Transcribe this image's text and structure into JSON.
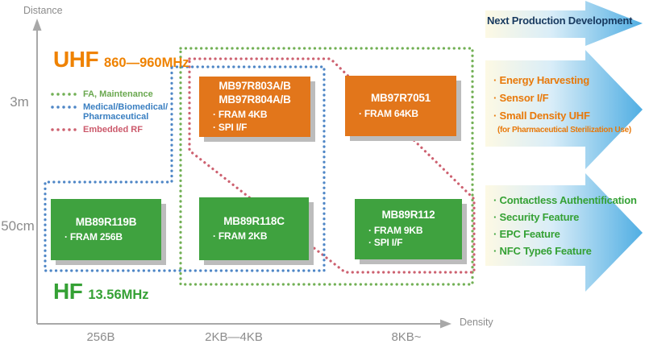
{
  "palette": {
    "orange_box": "#e2761b",
    "green_box": "#3fa23f",
    "box_shadow": "#bcbcbc",
    "axis_gray": "#a8a8a8",
    "label_gray": "#8c8c8c",
    "uhf_orange": "#ef8200",
    "hf_green": "#35a135",
    "navy_text": "#17395f",
    "dots_green": "#72b055",
    "dots_blue": "#4e86c6",
    "dots_red": "#cd6170",
    "arrow_gradient_left": "#fdf9e4",
    "arrow_gradient_right": "#50aee3"
  },
  "axes": {
    "y_title": "Distance",
    "x_title": "Density",
    "y_ticks": [
      "3m",
      "50cm"
    ],
    "x_ticks": [
      "256B",
      "2KB—4KB",
      "8KB~"
    ]
  },
  "bands": {
    "uhf": {
      "name": "UHF",
      "freq": "860—960MHz"
    },
    "hf": {
      "name": "HF",
      "freq": "13.56MHz"
    }
  },
  "legend": {
    "items": [
      {
        "label": "FA, Maintenance",
        "color": "green"
      },
      {
        "label": "Medical/Biomedical/",
        "label2": "Pharmaceutical",
        "color": "blue"
      },
      {
        "label": "Embedded RF",
        "color": "red"
      }
    ]
  },
  "products": [
    {
      "lines": [
        "MB97R803A/B",
        "MB97R804A/B"
      ],
      "features": [
        "· FRAM 4KB",
        "· SPI I/F"
      ],
      "band": "UHF"
    },
    {
      "lines": [
        "MB97R7051"
      ],
      "features": [
        "· FRAM 64KB"
      ],
      "band": "UHF"
    },
    {
      "lines": [
        "MB89R119B"
      ],
      "features": [
        "· FRAM 256B"
      ],
      "band": "HF"
    },
    {
      "lines": [
        "MB89R118C"
      ],
      "features": [
        "· FRAM 2KB"
      ],
      "band": "HF"
    },
    {
      "lines": [
        "MB89R112"
      ],
      "features": [
        "· FRAM 9KB",
        "· SPI I/F"
      ],
      "band": "HF"
    }
  ],
  "arrows": {
    "next_production": {
      "label": "Next Production Development"
    },
    "uhf_future": {
      "items": [
        "· Energy Harvesting",
        "· Sensor I/F",
        "· Small Density UHF"
      ],
      "note": "(for Pharmaceutical Sterilization Use)"
    },
    "hf_features": {
      "items": [
        "· Contactless Authentification",
        "· Security Feature",
        "· EPC Feature",
        "· NFC Type6 Feature"
      ]
    }
  }
}
